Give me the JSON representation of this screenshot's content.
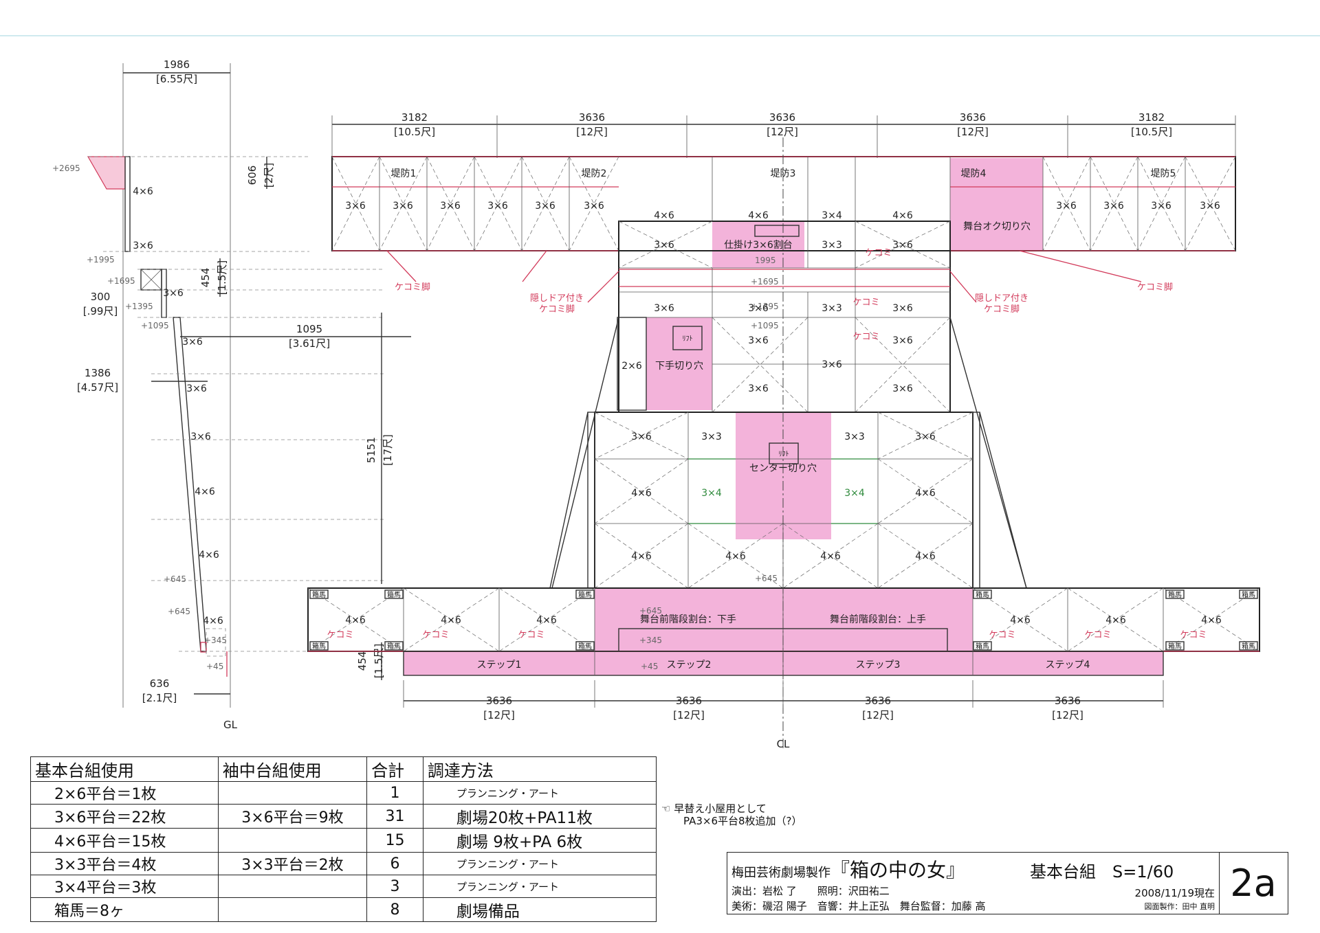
{
  "dimensions": {
    "top": [
      {
        "mm": "3182",
        "shaku": "[10.5尺]"
      },
      {
        "mm": "3636",
        "shaku": "[12尺]"
      },
      {
        "mm": "3636",
        "shaku": "[12尺]"
      },
      {
        "mm": "3636",
        "shaku": "[12尺]"
      },
      {
        "mm": "3182",
        "shaku": "[10.5尺]"
      }
    ],
    "bottom": [
      {
        "mm": "3636",
        "shaku": "[12尺]"
      },
      {
        "mm": "3636",
        "shaku": "[12尺]"
      },
      {
        "mm": "3636",
        "shaku": "[12尺]"
      },
      {
        "mm": "3636",
        "shaku": "[12尺]"
      }
    ],
    "side_width": {
      "mm": "1986",
      "shaku": "[6.55尺]"
    },
    "h606": {
      "mm": "606",
      "shaku": "[2尺]"
    },
    "h454a": {
      "mm": "454",
      "shaku": "[1.5尺]"
    },
    "d300": {
      "mm": "300",
      "shaku": "[.99尺]"
    },
    "d1095": {
      "mm": "1095",
      "shaku": "[3.61尺]"
    },
    "d1386": {
      "mm": "1386",
      "shaku": "[4.57尺]"
    },
    "h5151": {
      "mm": "5151",
      "shaku": "[17尺]"
    },
    "h454b": {
      "mm": "454",
      "shaku": "[1.5尺]"
    },
    "d636": {
      "mm": "636",
      "shaku": "[2.1尺]"
    }
  },
  "elevations": {
    "e2695": "+2695",
    "e1995": "+1995",
    "e1695": "+1695",
    "e1395": "+1395",
    "e1095": "+1095",
    "e645": "+645",
    "e345": "+345",
    "e45": "+45",
    "e1995_plan": "1995",
    "e1695_plan": "+1695",
    "e1395_plan": "+1395",
    "e1095_plan": "+1095"
  },
  "labels": {
    "gl": "GL",
    "cl": "CL",
    "teibou1": "堤防1",
    "teibou2": "堤防2",
    "teibou3": "堤防3",
    "teibou4": "堤防4",
    "teibou5": "堤防5",
    "okugiri": "舞台オク切り穴",
    "shikake": "仕掛け3×6割台",
    "shimogiri": "下手切り穴",
    "center": "センター切り穴",
    "mae_shimo": "舞台前階段割台：下手",
    "mae_kami": "舞台前階段割台：上手",
    "step1": "ステップ1",
    "step2": "ステップ2",
    "step3": "ステップ3",
    "step4": "ステップ4",
    "kekomi": "ケコミ",
    "kekomi_ashi": "ケコミ脚",
    "kakushi1": "隠しドア付き",
    "kakushi2": "ケコミ脚",
    "hakoba": "箱馬",
    "ukiire": "ﾘﾌﾄ",
    "p2x6": "2×6",
    "p3x6": "3×6",
    "p4x6": "4×6",
    "p3x3": "3×3",
    "p3x4": "3×4"
  },
  "table": {
    "headers": [
      "基本台組使用",
      "袖中台組使用",
      "合計",
      "調達方法"
    ],
    "rows": [
      {
        "basic": "2×6平台＝1枚",
        "sode": "",
        "total": "1",
        "method": "プランニング・アート",
        "small": true
      },
      {
        "basic": "3×6平台＝22枚",
        "sode": "3×6平台＝9枚",
        "total": "31",
        "method": "劇場20枚+PA11枚",
        "small": false
      },
      {
        "basic": "4×6平台＝15枚",
        "sode": "",
        "total": "15",
        "method": "劇場 9枚+PA 6枚",
        "small": false
      },
      {
        "basic": "3×3平台＝4枚",
        "sode": "3×3平台＝2枚",
        "total": "6",
        "method": "プランニング・アート",
        "small": true
      },
      {
        "basic": "3×4平台＝3枚",
        "sode": "",
        "total": "3",
        "method": "プランニング・アート",
        "small": true
      },
      {
        "basic": "箱馬＝8ヶ",
        "sode": "",
        "total": "8",
        "method": "劇場備品",
        "small": false
      }
    ]
  },
  "note": {
    "pointer_icon": "pointing-hand-icon",
    "line1": "早替え小屋用として",
    "line2": "PA3×6平台8枚追加（?）"
  },
  "title_block": {
    "producer": "梅田芸術劇場製作",
    "play": "『箱の中の女』",
    "drawing": "基本台組　S=1/60",
    "credits1": "演出：岩松 了　　照明：沢田祐二",
    "credits2": "美術：磯沼 陽子　音響：井上正弘　舞台監督：加藤 高",
    "date": "2008/11/19現在",
    "drafter": "図面製作：田中 直明",
    "sheet_no": "2a"
  }
}
